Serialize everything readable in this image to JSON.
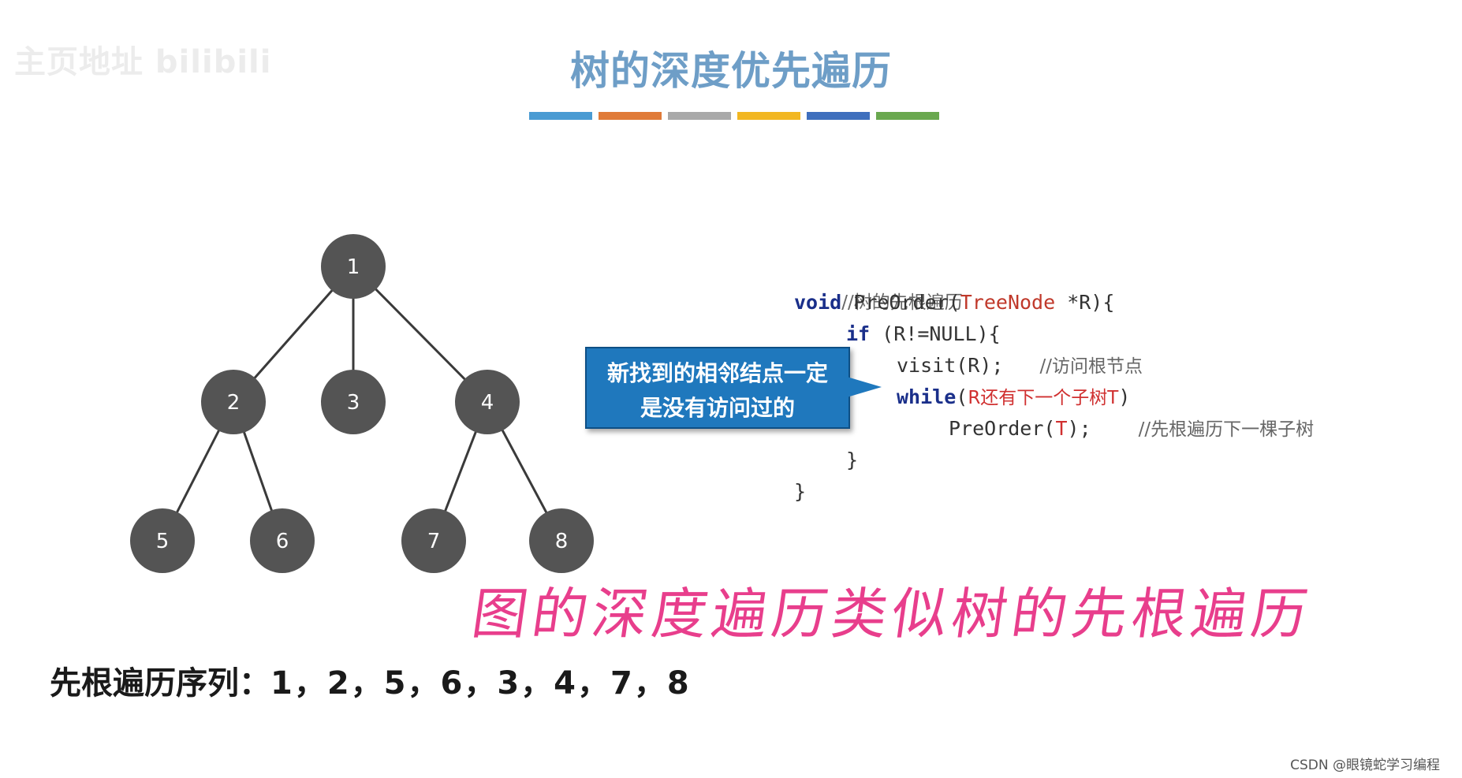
{
  "watermark": "主页地址 bilibili",
  "title": "树的深度优先遍历",
  "color_bars": [
    "#4a9bd3",
    "#e07b39",
    "#a9a9a9",
    "#f2b722",
    "#3f6fbd",
    "#6aa84f"
  ],
  "tree": {
    "nodes": [
      "1",
      "2",
      "3",
      "4",
      "5",
      "6",
      "7",
      "8"
    ],
    "edges": [
      [
        "1",
        "2"
      ],
      [
        "1",
        "3"
      ],
      [
        "1",
        "4"
      ],
      [
        "2",
        "5"
      ],
      [
        "2",
        "6"
      ],
      [
        "4",
        "7"
      ],
      [
        "4",
        "8"
      ]
    ]
  },
  "code": {
    "comment_title": "//树的先根遍历",
    "line2": {
      "kw": "void",
      "fn": " PreOrder(",
      "type": "TreeNode",
      "rest": " *R){"
    },
    "line3": {
      "kw": "if",
      "rest": " (R!=NULL){"
    },
    "line4": {
      "code": "visit(R);",
      "comment": "//访问根节点"
    },
    "line5": {
      "kw": "while",
      "open": "(",
      "red": "R还有下一个子树T",
      "close": ")"
    },
    "line6": {
      "code_a": "PreOrder(",
      "red": "T",
      "code_b": ");",
      "comment": "//先根遍历下一棵子树"
    },
    "line7": "}",
    "line8": "}"
  },
  "callout": {
    "line1": "新找到的相邻结点一定",
    "line2": "是没有访问过的"
  },
  "handwritten_note": "图的深度遍历类似树的先根遍历",
  "sequence": {
    "label": "先根遍历序列：",
    "values": "1，2，5，6，3，4，7，8"
  },
  "csdn_credit": "CSDN @眼镜蛇学习编程"
}
